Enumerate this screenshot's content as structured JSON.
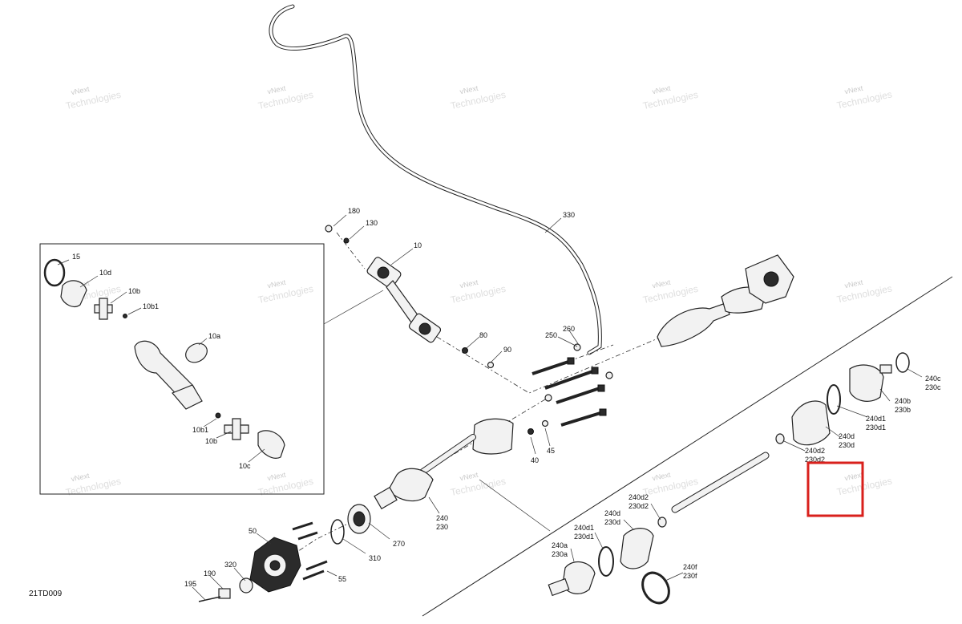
{
  "diagram": {
    "code": "21TD009",
    "watermark": [
      "vNext",
      "Technologies"
    ],
    "parts": {
      "p180": "180",
      "p130": "130",
      "p330": "330",
      "p10": "10",
      "p15": "15",
      "p10d": "10d",
      "p10b_top": "10b",
      "p10b1_top": "10b1",
      "p10a": "10a",
      "p10b1_bot": "10b1",
      "p10b_bot": "10b",
      "p10c": "10c",
      "p80": "80",
      "p90": "90",
      "p250": "250",
      "p260": "260",
      "p40": "40",
      "p45": "45",
      "p240_main": "240",
      "p230_main": "230",
      "p270": "270",
      "p310": "310",
      "p50": "50",
      "p55": "55",
      "p320": "320",
      "p190": "190",
      "p195": "195",
      "p240c": "240c",
      "p230c": "230c",
      "p240b": "240b",
      "p230b": "230b",
      "p240d1_r": "240d1",
      "p230d1_r": "230d1",
      "p240d_r": "240d",
      "p230d_r": "230d",
      "p240d2_r": "240d2",
      "p230d2_r": "230d2",
      "p240d2_l": "240d2",
      "p230d2_l": "230d2",
      "p240d_l": "240d",
      "p230d_l": "230d",
      "p240d1_l": "240d1",
      "p230d1_l": "230d1",
      "p240a": "240a",
      "p230a": "230a",
      "p240f": "240f",
      "p230f": "230f"
    }
  },
  "highlight": {
    "color": "#d9201c"
  }
}
